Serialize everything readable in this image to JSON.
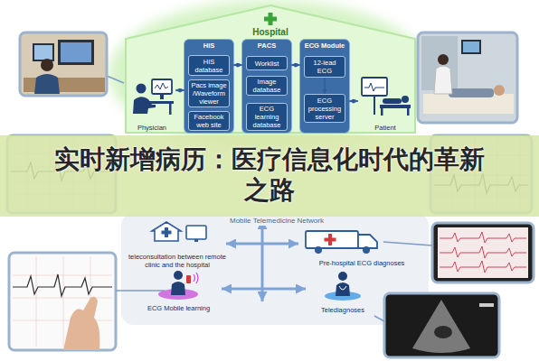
{
  "diagram": {
    "title": "实时新增病历：医疗信息化时代的革新之路",
    "nodes": [
      {
        "text": [
          "Hospital"
        ]
      },
      {
        "text": [
          "HIS"
        ],
        "in": 0
      },
      {
        "text": [
          "HIS database"
        ],
        "in": 1
      },
      {
        "text": [
          "Pacs image /Waveform viewer"
        ],
        "in": 1
      },
      {
        "text": [
          "Facebook web site"
        ],
        "in": 1
      },
      {
        "text": [
          "PACS"
        ],
        "in": 0
      },
      {
        "text": [
          "Worklist"
        ],
        "in": 5
      },
      {
        "text": [
          "Image database"
        ],
        "in": 5
      },
      {
        "text": [
          "ECG learning database"
        ],
        "in": 5
      },
      {
        "text": [
          "ECG Module"
        ],
        "in": 0
      },
      {
        "text": [
          "12-lead ECG"
        ],
        "in": 9
      },
      {
        "text": [
          "ECG processing server"
        ],
        "in": 9
      },
      {
        "text": [
          "Physician"
        ],
        "in": 0
      },
      {
        "text": [
          "Patient"
        ],
        "in": 0
      },
      {
        "text": [
          "teleconsultation between remote clinic and the hospital"
        ]
      },
      {
        "text": [
          "Pre-hospital ECG diagnoses"
        ]
      },
      {
        "text": [
          "ECG Mobile learning"
        ]
      },
      {
        "text": [
          "Telediagnoses"
        ]
      }
    ],
    "edges": [
      {
        "from": 12,
        "to": 1,
        "arrow": "both"
      },
      {
        "from": 1,
        "to": 5,
        "arrow": "both"
      },
      {
        "from": 5,
        "to": 9,
        "arrow": "both"
      },
      {
        "from": 9,
        "to": 13,
        "arrow": "both"
      },
      {
        "from": 10,
        "to": 11,
        "arrow": "to"
      },
      {
        "from": 14,
        "to": 15,
        "arrow": "both"
      },
      {
        "from": 16,
        "to": 17,
        "arrow": "both"
      }
    ],
    "labels": [
      "Mobile Telemedicine Network"
    ]
  }
}
